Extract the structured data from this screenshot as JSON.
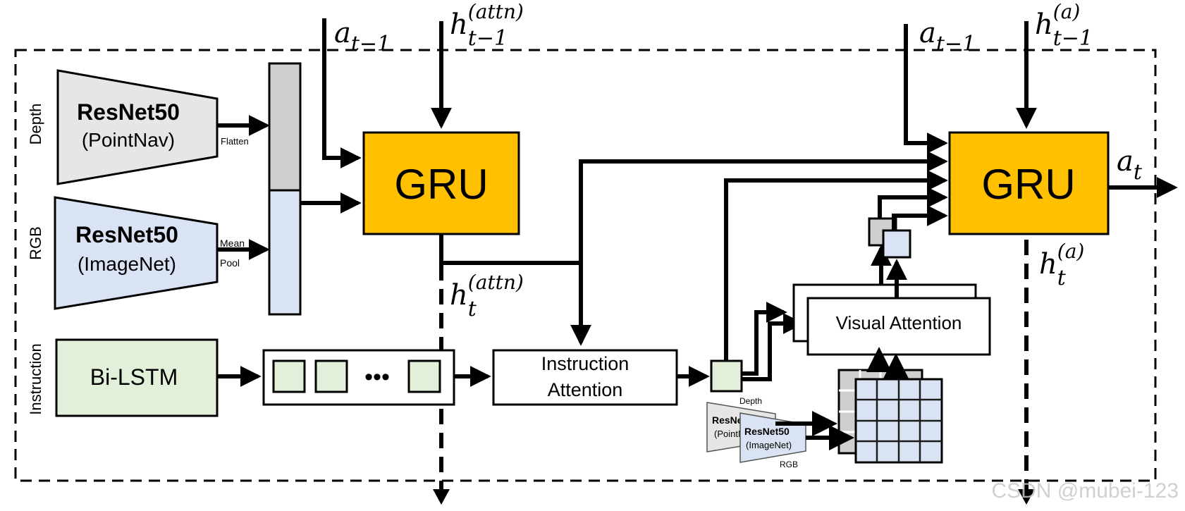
{
  "labels": {
    "depth": "Depth",
    "rgb": "RGB",
    "instruction": "Instruction",
    "flatten": "Flatten",
    "mean": "Mean",
    "pool": "Pool"
  },
  "blocks": {
    "resnet_depth_title": "ResNet50",
    "resnet_depth_sub": "(PointNav)",
    "resnet_rgb_title": "ResNet50",
    "resnet_rgb_sub": "(ImageNet)",
    "gru1": "GRU",
    "gru2": "GRU",
    "bilstm": "Bi-LSTM",
    "instr_attn_line1": "Instruction",
    "instr_attn_line2": "Attention",
    "visual_attn": "Visual Attention",
    "ellipsis": "•••",
    "mini_depth_title": "ResNet50",
    "mini_depth_sub": "(PointNav)",
    "mini_rgb_title": "ResNet50",
    "mini_rgb_sub": "(ImageNet)",
    "mini_depth_label": "Depth",
    "mini_rgb_label": "RGB"
  },
  "math": {
    "a_prev_1": {
      "base": "a",
      "sub": "t−1",
      "sup": ""
    },
    "h_attn_prev": {
      "base": "h",
      "sub": "t−1",
      "sup": "(attn)"
    },
    "a_prev_2": {
      "base": "a",
      "sub": "t−1",
      "sup": ""
    },
    "h_a_prev": {
      "base": "h",
      "sub": "t−1",
      "sup": "(a)"
    },
    "a_t": {
      "base": "a",
      "sub": "t",
      "sup": ""
    },
    "h_attn_t": {
      "base": "h",
      "sub": "t",
      "sup": "(attn)"
    },
    "h_a_t": {
      "base": "h",
      "sub": "t",
      "sup": "(a)"
    }
  },
  "watermark": "CSDN @mubei-123",
  "colors": {
    "gru": "#FFC000",
    "depth_fill": "#E6E6E6",
    "rgb_fill": "#DAE3F3",
    "instr_fill": "#E2F0D9",
    "bar_gray": "#D0CECE",
    "line": "#000000"
  }
}
